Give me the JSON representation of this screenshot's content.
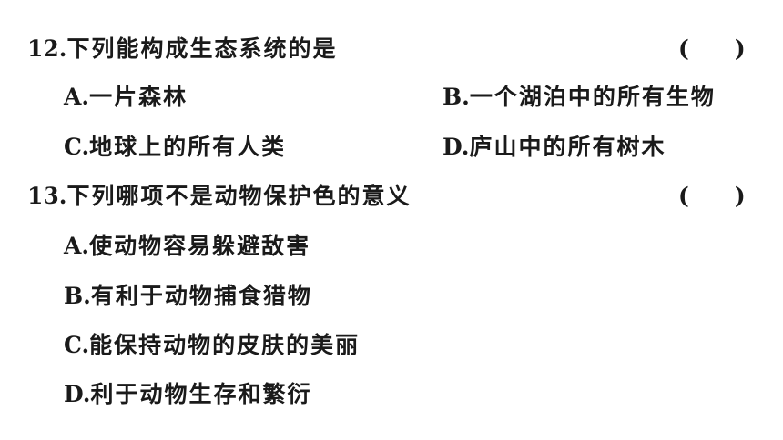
{
  "questions": [
    {
      "number": "12.",
      "stem": "下列能构成生态系统的是",
      "bracket": "(　　)",
      "options": [
        {
          "letter": "A.",
          "text": "一片森林"
        },
        {
          "letter": "B.",
          "text": "一个湖泊中的所有生物"
        },
        {
          "letter": "C.",
          "text": "地球上的所有人类"
        },
        {
          "letter": "D.",
          "text": "庐山中的所有树木"
        }
      ]
    },
    {
      "number": "13.",
      "stem": "下列哪项不是动物保护色的意义",
      "bracket": "(　　)",
      "options": [
        {
          "letter": "A.",
          "text": "使动物容易躲避敌害"
        },
        {
          "letter": "B.",
          "text": "有利于动物捕食猎物"
        },
        {
          "letter": "C.",
          "text": "能保持动物的皮肤的美丽"
        },
        {
          "letter": "D.",
          "text": "利于动物生存和繁衍"
        }
      ]
    }
  ]
}
